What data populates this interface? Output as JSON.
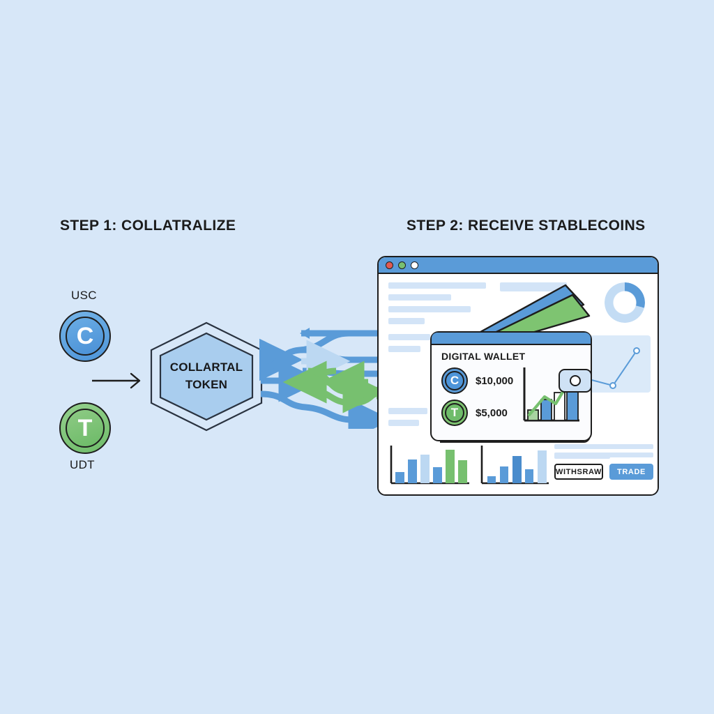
{
  "background_color": "#d7e7f8",
  "accent_blue": "#5a9bd8",
  "accent_green": "#77c06f",
  "outline_color": "#1d1d1d",
  "steps": {
    "step1_title": "STEP 1: COLLATRALIZE",
    "step2_title": "STEP 2: RECEIVE STABLECOINS"
  },
  "collateral": {
    "tokens": [
      {
        "symbol": "C",
        "label": "USC",
        "color": "#4e95d9"
      },
      {
        "symbol": "T",
        "label": "UDT",
        "color": "#6fbc6a"
      }
    ],
    "flow_arrow": "right-arrow-icon",
    "hexagon": {
      "line1": "COLLARTAL",
      "line2": "TOKEN",
      "fill": "#a9cdee"
    }
  },
  "flow": {
    "description": "braided blue and green arrows",
    "blue": "#5a9bd8",
    "green": "#77c06f",
    "light_blue": "#bcd8f2"
  },
  "browser": {
    "dots": [
      {
        "name": "close-dot",
        "color": "#e05a52"
      },
      {
        "name": "minimize-dot",
        "color": "#78c071"
      },
      {
        "name": "maximize-dot",
        "color": "#ffffff"
      }
    ],
    "titlebar_color": "#5a9bd8"
  },
  "wallet": {
    "title": "DIGITAL WALLET",
    "balances": [
      {
        "symbol": "C",
        "amount": "$10,000",
        "color": "#4e95d9"
      },
      {
        "symbol": "T",
        "amount": "$5,000",
        "color": "#6fbc6a"
      }
    ],
    "trend_icon": "up-trend-arrow-icon",
    "clasp_icon": "wallet-clasp-icon"
  },
  "actions": {
    "withdraw_label": "WITHSRAW",
    "trade_label": "TRADE"
  },
  "chart_data": [
    {
      "type": "bar",
      "name": "wallet-growth-chart",
      "categories": [
        "1",
        "2",
        "3",
        "4"
      ],
      "values": [
        18,
        42,
        58,
        78
      ],
      "colors": [
        "#a8d3a0",
        "#5a9bd8",
        "#ffffff",
        "#5a9bd8"
      ],
      "title": "",
      "xlabel": "",
      "ylabel": "",
      "ylim": [
        0,
        100
      ],
      "annotation": "rising green trend arrow"
    },
    {
      "type": "bar",
      "name": "bottom-left-bar-chart",
      "categories": [
        "1",
        "2",
        "3",
        "4",
        "5",
        "6"
      ],
      "values": [
        28,
        60,
        72,
        40,
        92,
        56
      ],
      "colors": [
        "#5a9bd8",
        "#5a9bd8",
        "#bcd8f2",
        "#5a9bd8",
        "#77c06f",
        "#77c06f"
      ],
      "title": "",
      "xlabel": "",
      "ylabel": "",
      "ylim": [
        0,
        100
      ]
    },
    {
      "type": "bar",
      "name": "bottom-right-bar-chart",
      "categories": [
        "1",
        "2",
        "3",
        "4",
        "5"
      ],
      "values": [
        18,
        46,
        74,
        38,
        95
      ],
      "colors": [
        "#5a9bd8",
        "#5a9bd8",
        "#4a8ccc",
        "#5a9bd8",
        "#bcd8f2"
      ],
      "title": "",
      "xlabel": "",
      "ylabel": "",
      "ylim": [
        0,
        100
      ]
    },
    {
      "type": "pie",
      "name": "donut-chart",
      "categories": [
        "segment-a",
        "segment-b"
      ],
      "values": [
        29,
        71
      ],
      "colors": [
        "#5a9bd8",
        "#c3dcf4"
      ],
      "title": ""
    },
    {
      "type": "line",
      "name": "mini-line-chart",
      "x": [
        0,
        1,
        2
      ],
      "values": [
        70,
        20,
        85
      ],
      "title": "",
      "xlabel": "",
      "ylabel": ""
    }
  ]
}
